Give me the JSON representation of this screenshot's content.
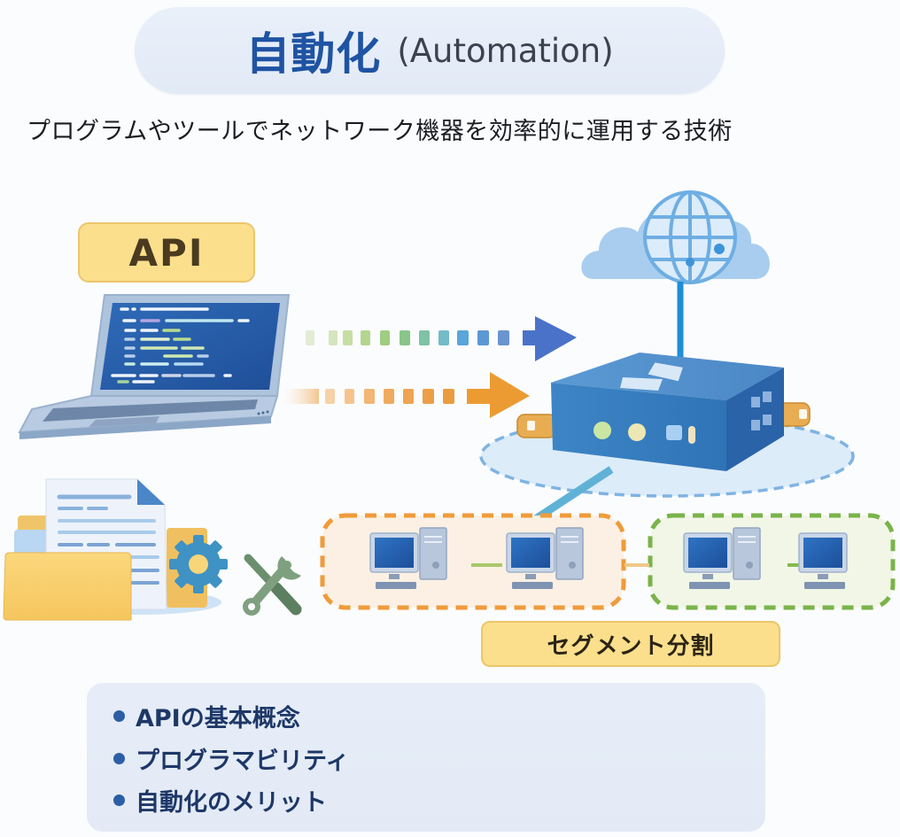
{
  "title": {
    "jp": "自動化",
    "en": "(Automation)"
  },
  "subtitle": "プログラムやツールでネットワーク機器を効率的に運用する技術",
  "api_badge": "API",
  "segment_badge": "セグメント分割",
  "topics": [
    "APIの基本概念",
    "プログラマビリティ",
    "自動化のメリット"
  ],
  "colors": {
    "title_blue": "#1f53a3",
    "badge_yellow": "#fbdf8c",
    "router_blue": "#2f78bd",
    "segment_orange": "#ef9b3a",
    "segment_green": "#7ab34a",
    "arrow_blue": "#4a72c9",
    "arrow_orange": "#eb9b32"
  }
}
